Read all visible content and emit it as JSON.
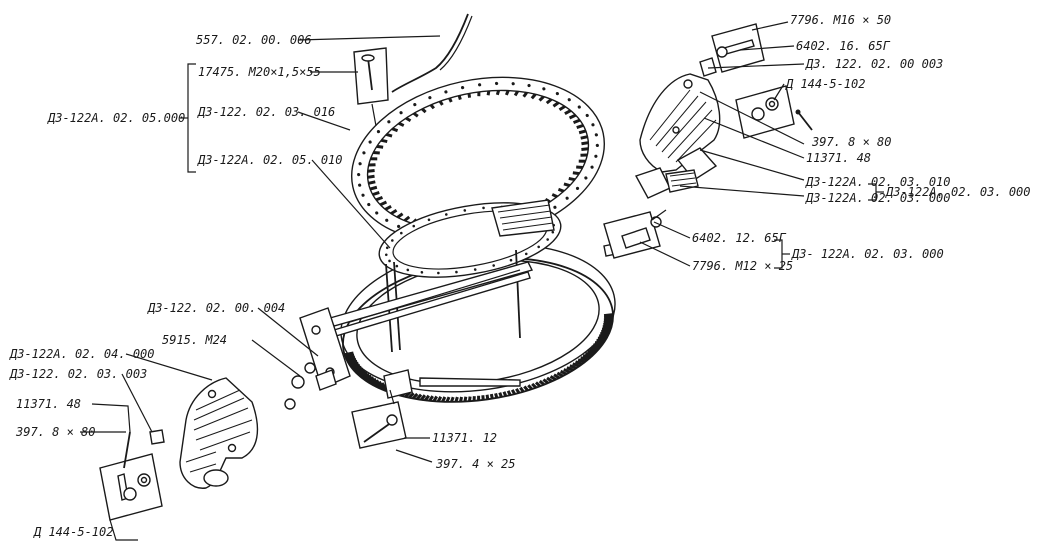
{
  "labels": {
    "l557": "557. 02. 00. 006",
    "l17475": "17475. M20×1,5×55",
    "lD3_122A_020500": "Д3-122А. 02. 05.000",
    "lD3_1220203016": "Д3-122. 02. 03. 016",
    "lD3_122A_0205010": "Д3-122А. 02. 05. 010",
    "l7796M16": "7796. М16 × 50",
    "l6402_1665": "6402. 16. 65Г",
    "lD3_1220200003": "Д3. 122. 02. 00 003",
    "lD144_top": "Д 144-5-102",
    "l397_8x80_top": "397. 8 × 80",
    "l11371_48_top": "11371. 48",
    "lD3_122A_0203010": "Д3-122А. 02. 03. 010",
    "lD3_122A_020300_a": "Д3-122А. 02. 03. 000",
    "lD3_122A_020300_b": "Д3-122А. 02. 03. 000",
    "l6402_1265": "6402. 12. 65Г",
    "l7796M12": "7796. М12 × 25",
    "lD3_122A_020300_c": "Д3- 122А. 02. 03. 000",
    "lD3_1220200004": "Д3-122. 02. 00. 004",
    "l5915M24": "5915. М24",
    "lD3_122A_020400": "Д3-122А. 02. 04. 000",
    "lD3_1220203003": "Д3-122. 02. 03. 003",
    "l11371_48_bot": "11371. 48",
    "l397_8x80_bot": "397. 8 × 80",
    "lD144_bot": "Д 144-5-102",
    "l11371_12": "11371. 12",
    "l397_4x25": "397. 4 × 25"
  }
}
